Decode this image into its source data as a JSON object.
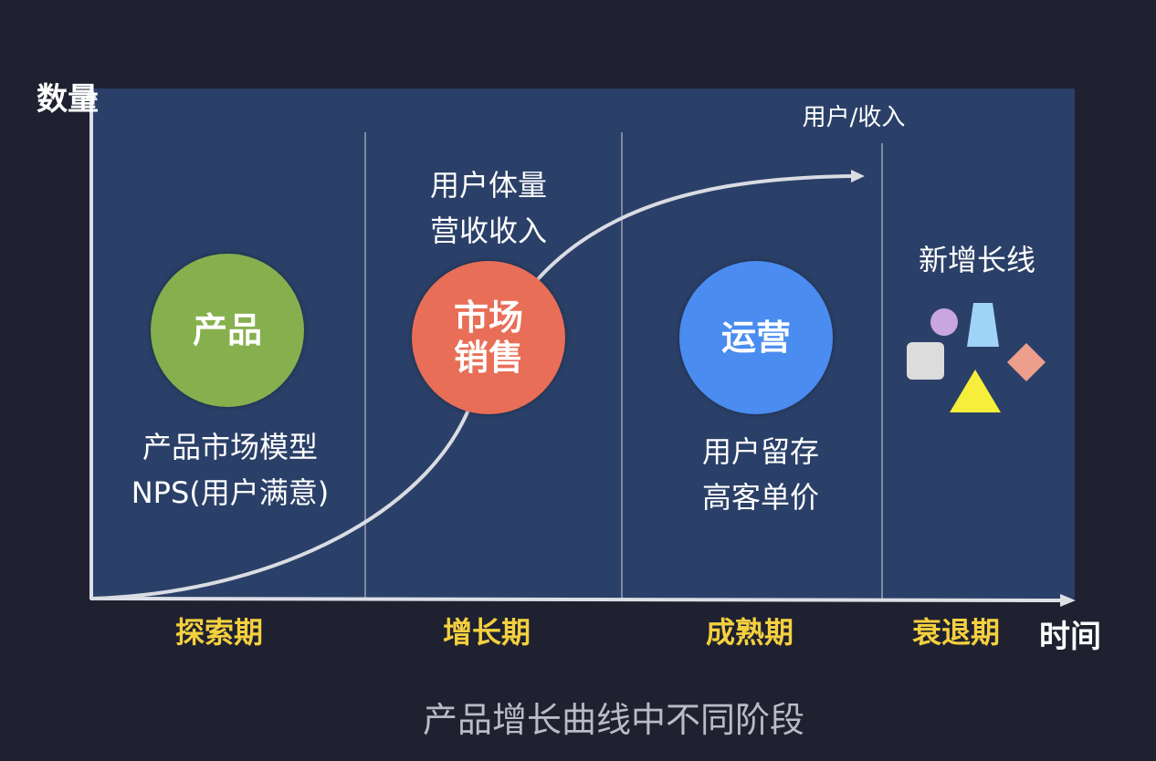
{
  "axes": {
    "y_label": "数量",
    "x_label": "时间",
    "curve_label": "用户/收入"
  },
  "stages": [
    {
      "name": "探索期"
    },
    {
      "name": "增长期"
    },
    {
      "name": "成熟期"
    },
    {
      "name": "衰退期"
    }
  ],
  "circles": [
    {
      "label": "产品",
      "color": "#86b04e"
    },
    {
      "label": "市场\n销售",
      "color": "#e86e57"
    },
    {
      "label": "运营",
      "color": "#4a8cf0"
    }
  ],
  "descriptions": {
    "exploration": "产品市场模型\nNPS(用户满意)",
    "growth": "用户体量\n营收收入",
    "maturity": "用户留存\n高客单价",
    "decline": "新增长线"
  },
  "shapes": {
    "circle_color": "#c9a6e0",
    "trapezoid_color": "#9fd3f7",
    "square_color": "#dcdcdc",
    "diamond_color": "#ee9e8c",
    "triangle_color": "#f7ee3b"
  },
  "caption": "产品增长曲线中不同阶段"
}
